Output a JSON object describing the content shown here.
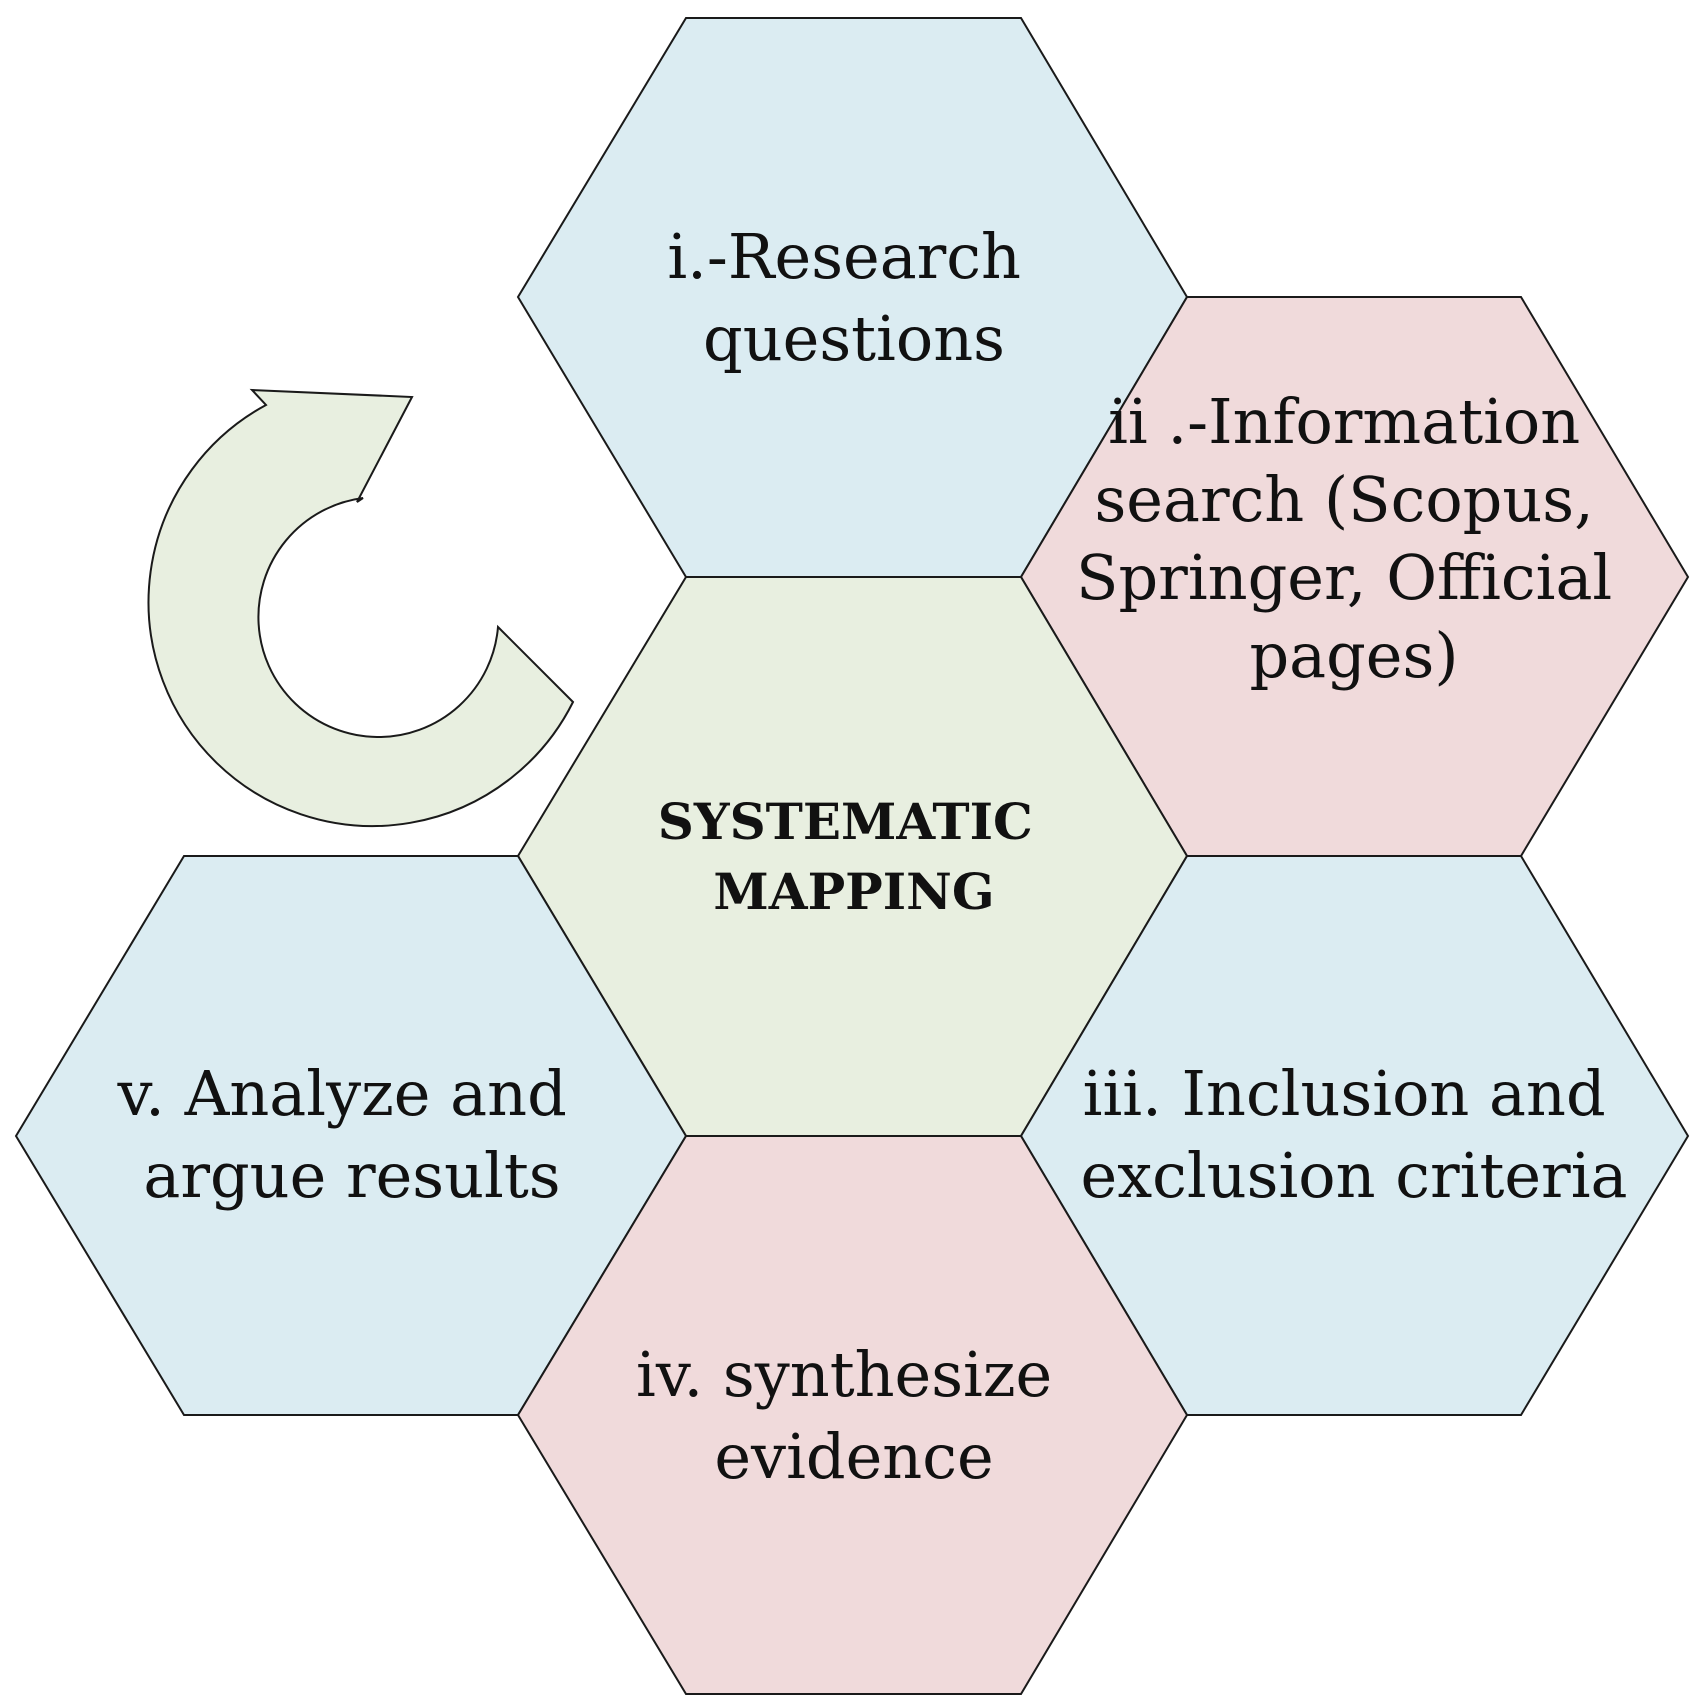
{
  "colors": {
    "blue": "#dbecf2",
    "pink": "#f0dadb",
    "green": "#e8efe0",
    "stroke": "#1a1a1a"
  },
  "center": {
    "line1": "SYSTEMATIC",
    "line2": "MAPPING"
  },
  "steps": [
    {
      "line1": "i.-Research",
      "line2": "questions"
    },
    {
      "line1": "ii .-Information",
      "line2": "search (Scopus,",
      "line3": "Springer, Official",
      "line4": "pages)"
    },
    {
      "line1": "iii. Inclusion and",
      "line2": "exclusion criteria"
    },
    {
      "line1": "iv. synthesize",
      "line2": "evidence"
    },
    {
      "line1": "v. Analyze and",
      "line2": "argue results"
    }
  ],
  "cycle_arrow": {
    "icon": "curved-arrow-icon"
  }
}
